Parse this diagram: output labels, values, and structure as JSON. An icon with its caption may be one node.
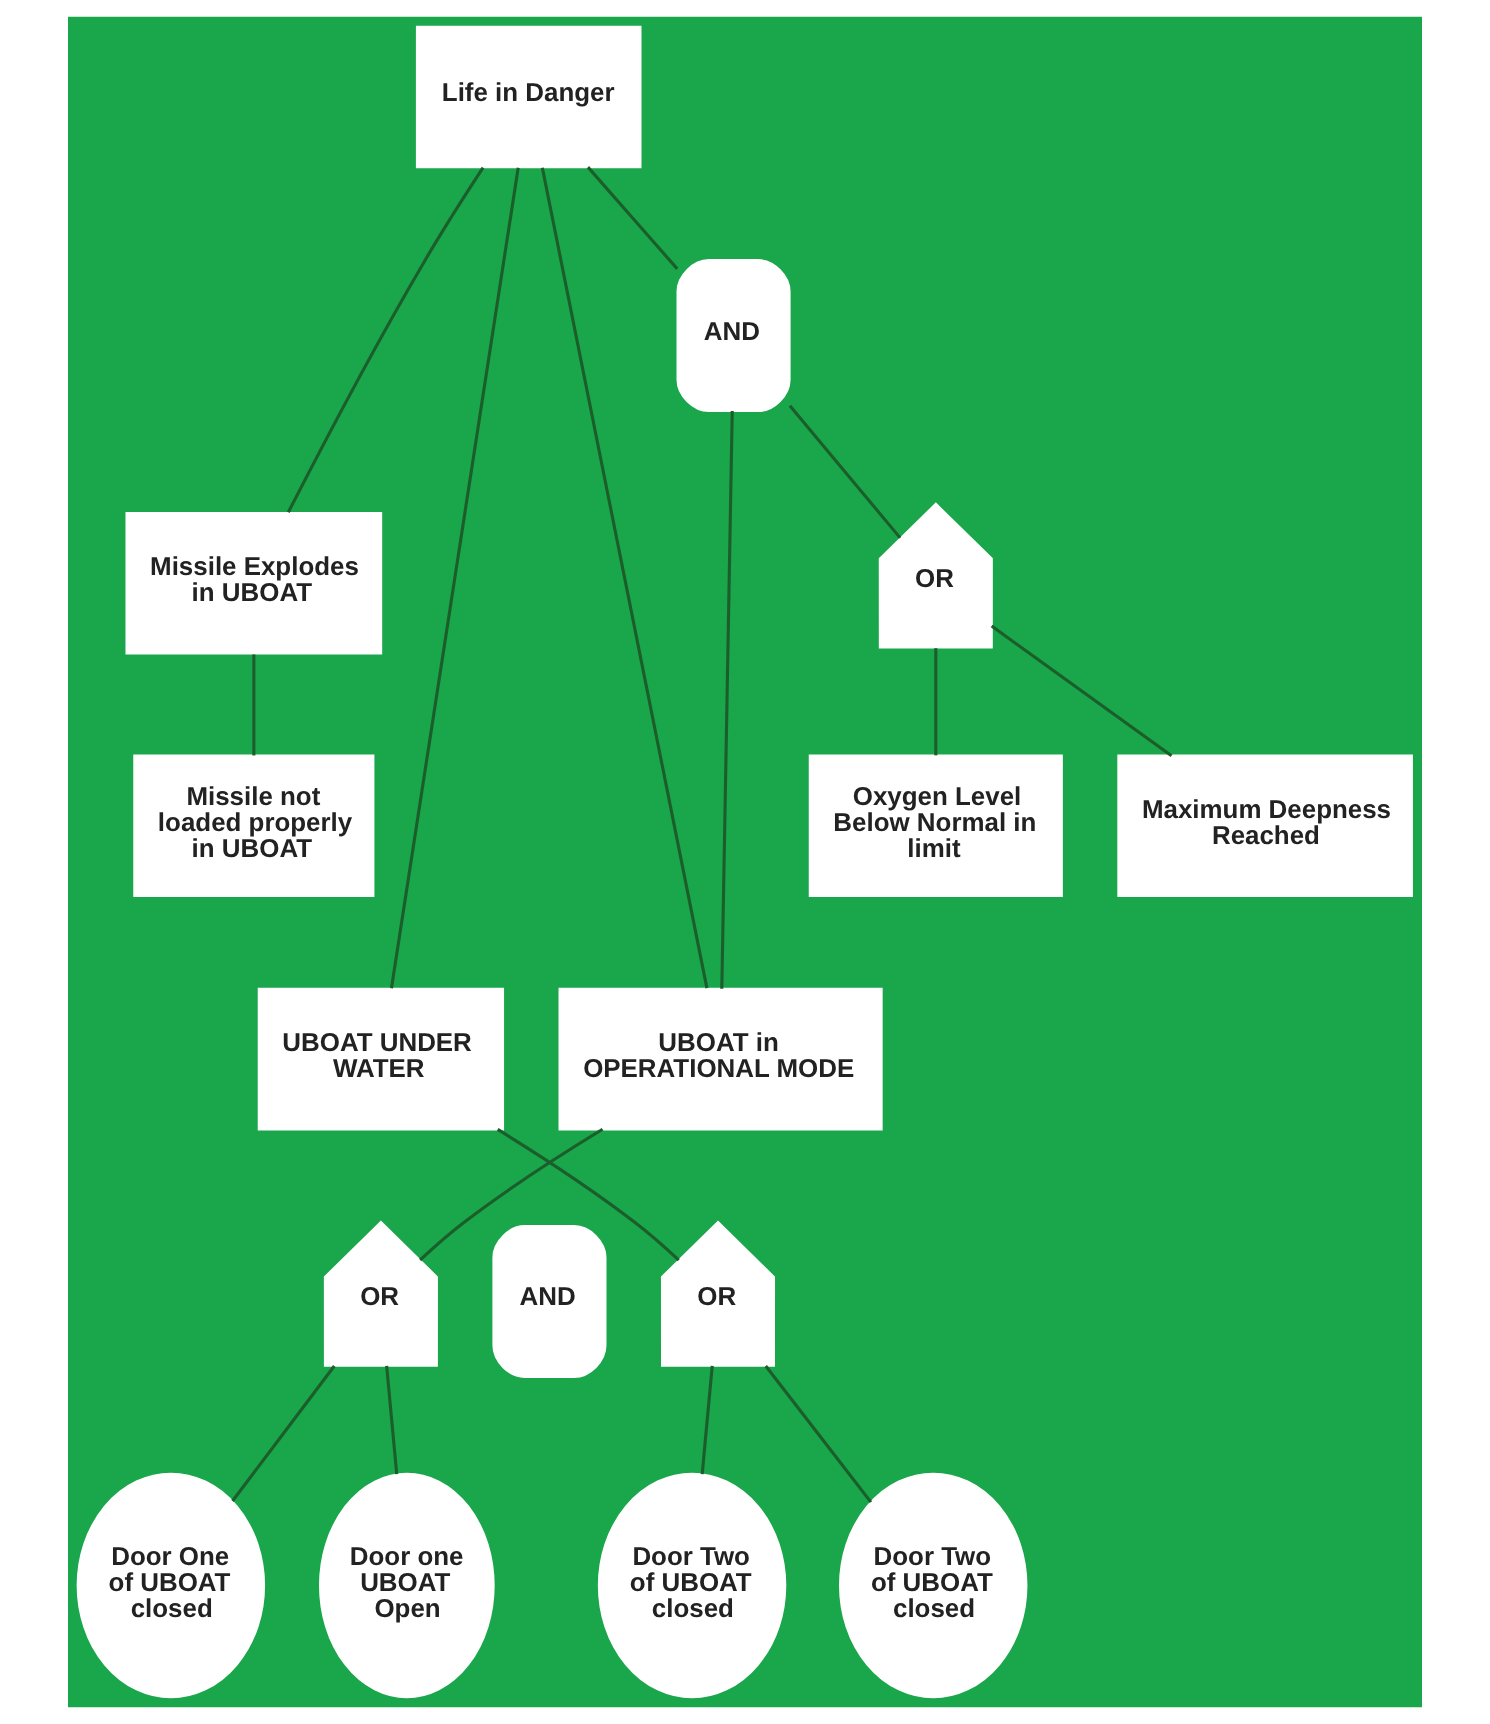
{
  "diagram": {
    "nodes": [
      {
        "text": [
          "Life in Danger"
        ]
      },
      {
        "text": [
          "AND"
        ]
      },
      {
        "text": [
          "Missile Explodes in UBOAT"
        ]
      },
      {
        "text": [
          "OR"
        ]
      },
      {
        "text": [
          "Missile not loaded properly in UBOAT"
        ]
      },
      {
        "text": [
          "Oxygen Level Below Normal in limit"
        ]
      },
      {
        "text": [
          "Maximum Deepness Reached"
        ]
      },
      {
        "text": [
          "UBOAT UNDER WATER"
        ]
      },
      {
        "text": [
          "UBOAT in OPERATIONAL MODE"
        ]
      },
      {
        "text": [
          "OR"
        ]
      },
      {
        "text": [
          "AND"
        ]
      },
      {
        "text": [
          "OR"
        ]
      },
      {
        "text": [
          "Door One of UBOAT closed"
        ]
      },
      {
        "text": [
          "Door one UBOAT Open"
        ]
      },
      {
        "text": [
          "Door Two of UBOAT closed"
        ]
      },
      {
        "text": [
          "Door Two of UBOAT closed"
        ]
      }
    ],
    "edges": [
      {
        "from": 0,
        "to": 2,
        "arrow": "none"
      },
      {
        "from": 0,
        "to": 7,
        "arrow": "none"
      },
      {
        "from": 0,
        "to": 8,
        "arrow": "none"
      },
      {
        "from": 0,
        "to": 1,
        "arrow": "none"
      },
      {
        "from": 1,
        "to": 8,
        "arrow": "none"
      },
      {
        "from": 1,
        "to": 3,
        "arrow": "none"
      },
      {
        "from": 3,
        "to": 5,
        "arrow": "none"
      },
      {
        "from": 3,
        "to": 6,
        "arrow": "none"
      },
      {
        "from": 2,
        "to": 4,
        "arrow": "none"
      },
      {
        "from": 7,
        "to": 11,
        "arrow": "none"
      },
      {
        "from": 8,
        "to": 9,
        "arrow": "none"
      },
      {
        "from": 9,
        "to": 12,
        "arrow": "none"
      },
      {
        "from": 9,
        "to": 13,
        "arrow": "none"
      },
      {
        "from": 11,
        "to": 14,
        "arrow": "none"
      },
      {
        "from": 11,
        "to": 15,
        "arrow": "none"
      }
    ]
  }
}
